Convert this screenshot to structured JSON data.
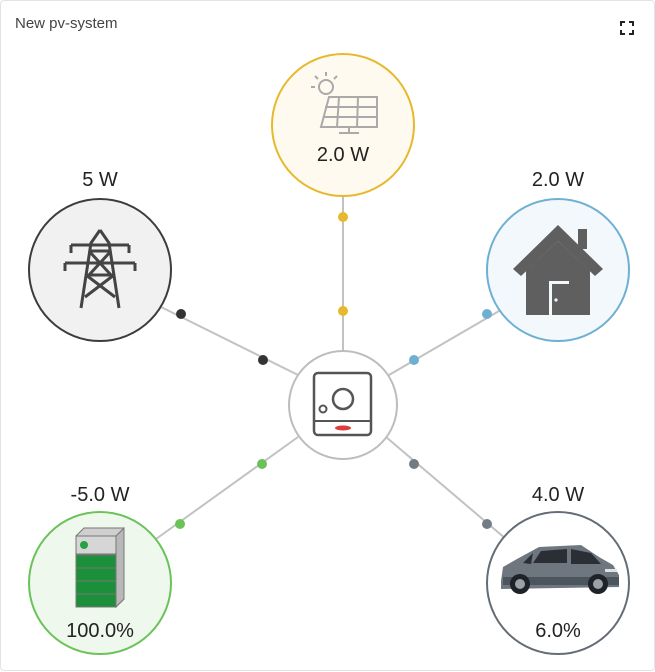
{
  "card": {
    "title": "New pv-system"
  },
  "solar": {
    "value": "2.0 W",
    "color": "#e6b92d",
    "fill": "#fffaf0"
  },
  "grid": {
    "value": "5 W",
    "color": "#3c3c3c",
    "fill": "#f1f1f1"
  },
  "home": {
    "value": "2.0 W",
    "color": "#6fb0d2",
    "fill": "#f2f8fc"
  },
  "battery": {
    "value": "-5.0 W",
    "soc": "100.0%",
    "color": "#6ac259",
    "fill": "#eff8ec"
  },
  "car": {
    "value": "4.0 W",
    "soc": "6.0%",
    "color": "#646c75",
    "fill": "#ffffff"
  },
  "inverter": {
    "color": "#bdbdbd"
  },
  "icons": {
    "expand": "fullscreen-icon",
    "solar": "solar-panel-icon",
    "grid": "power-tower-icon",
    "home": "house-icon",
    "battery": "battery-icon",
    "car": "car-icon",
    "inverter": "inverter-icon"
  }
}
